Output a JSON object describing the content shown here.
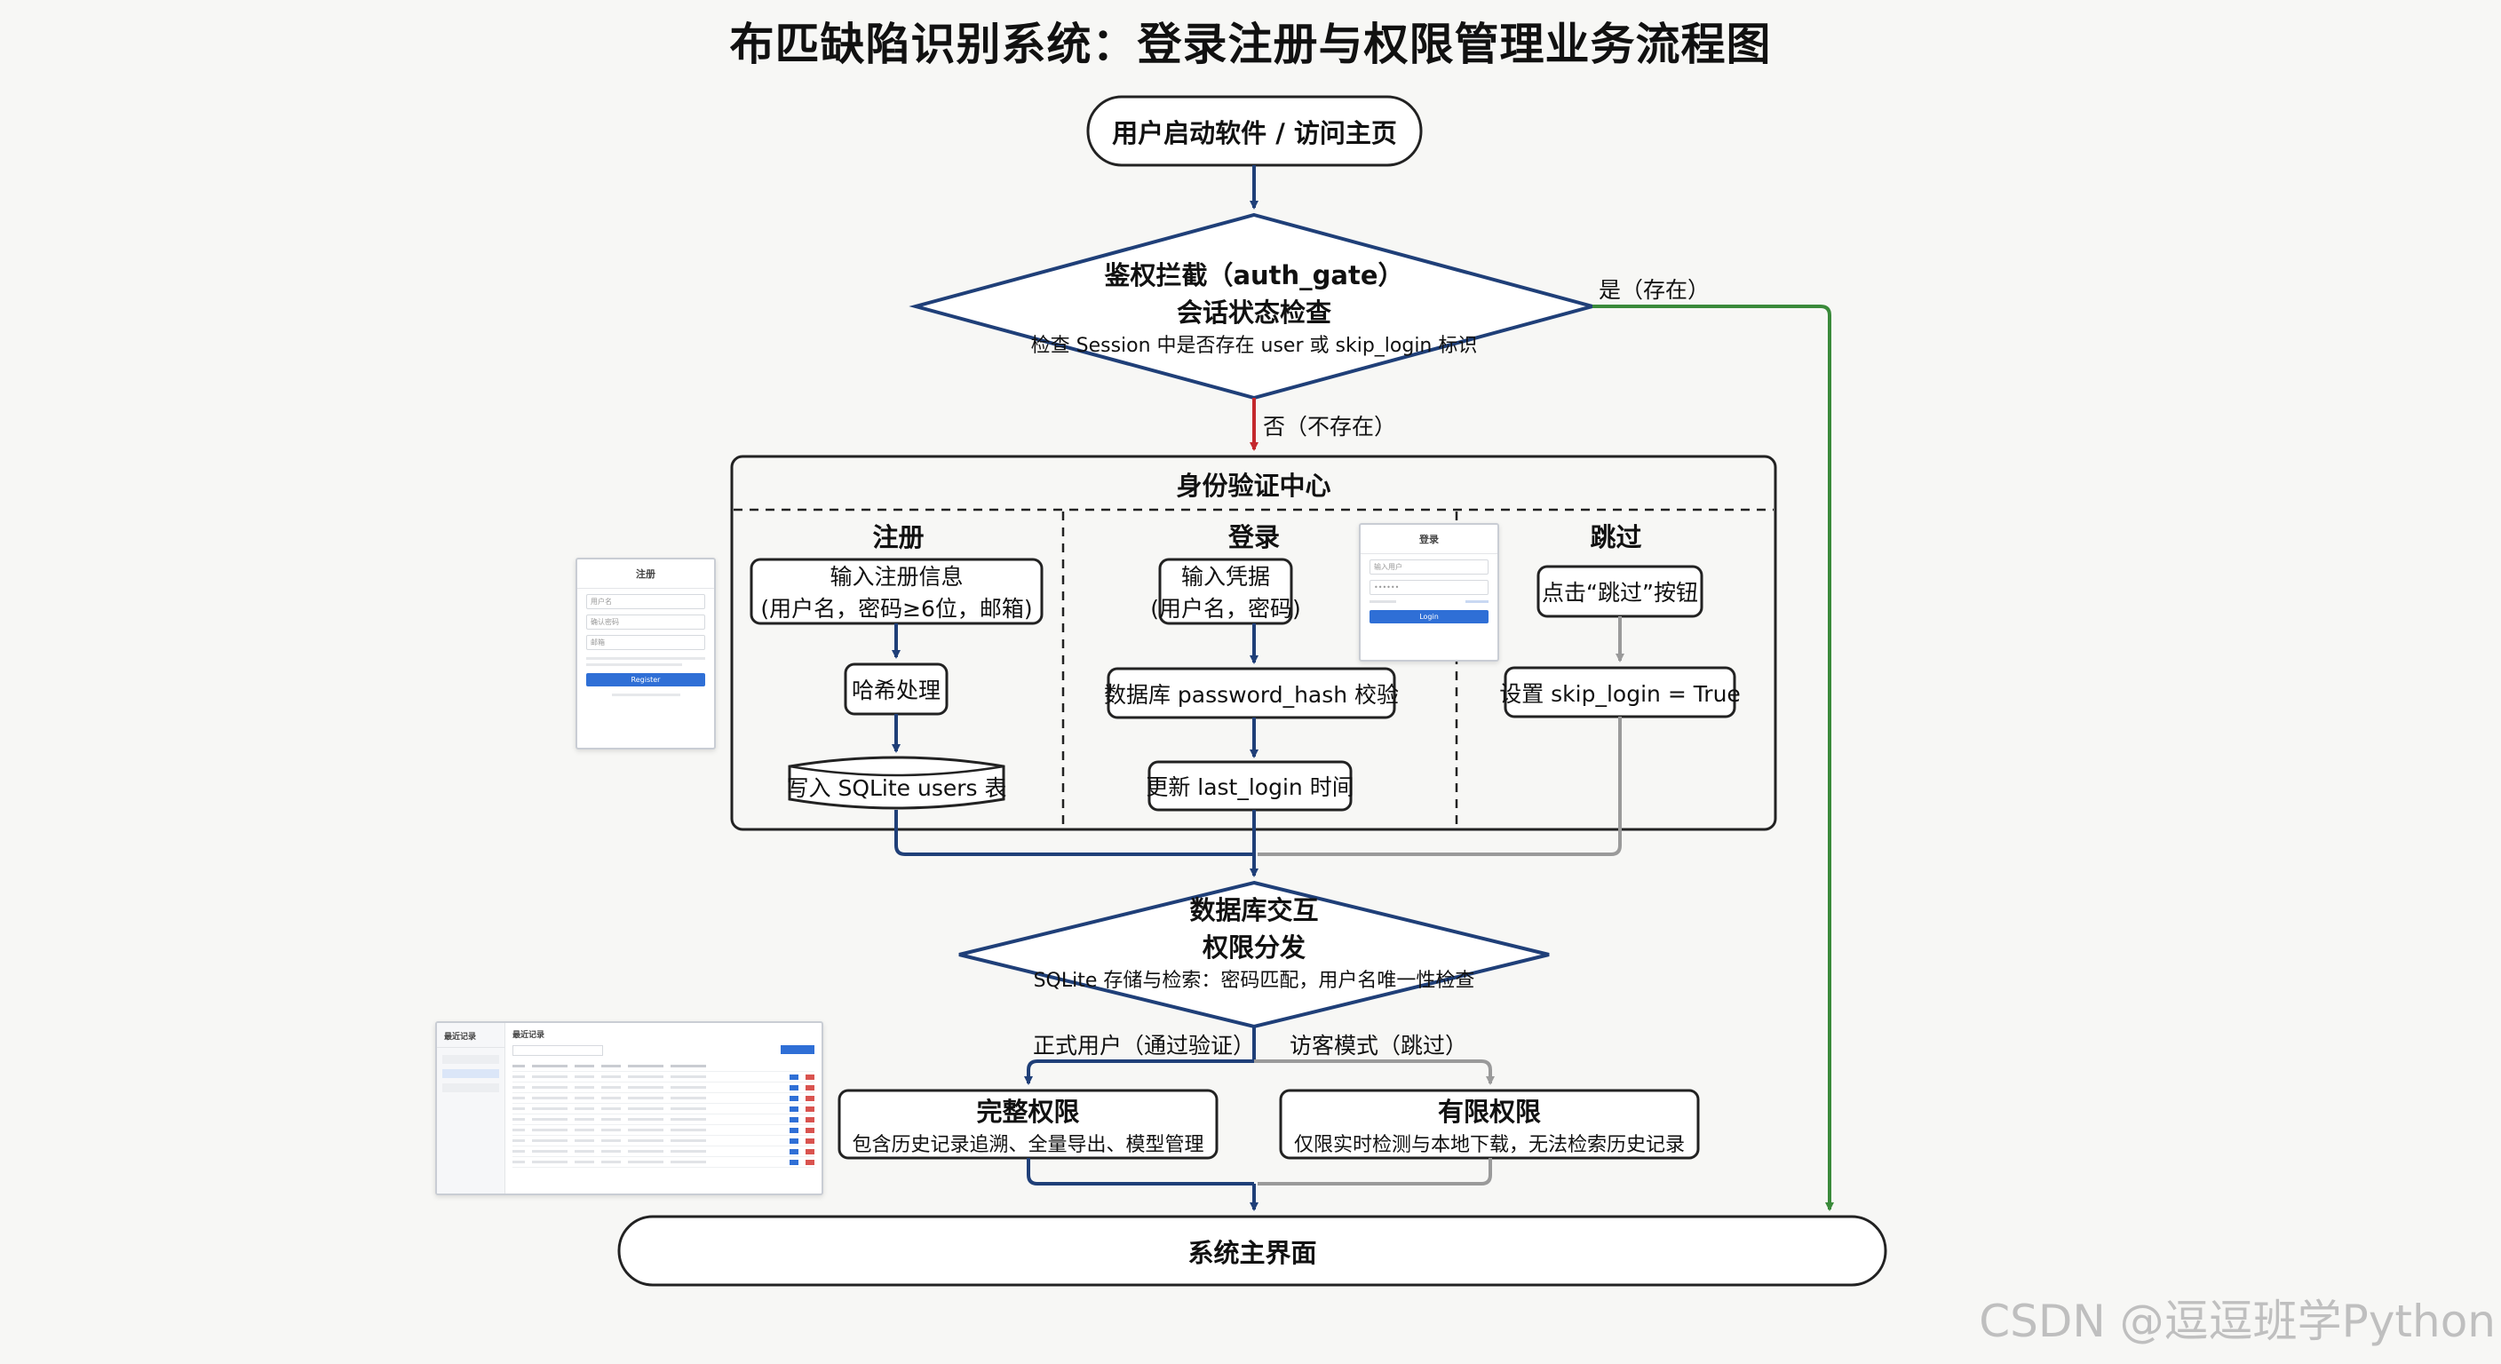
{
  "title": "布匹缺陷识别系统：登录注册与权限管理业务流程图",
  "nodes": {
    "start": "用户启动软件 / 访问主页",
    "auth_gate": {
      "line1": "鉴权拦截（auth_gate）",
      "line2": "会话状态检查",
      "line3": "检查 Session 中是否存在 user 或 skip_login 标识"
    },
    "yes_label": "是（存在）",
    "no_label": "否（不存在）",
    "identity_center": "身份验证中心",
    "register": {
      "heading": "注册",
      "step1_line1": "输入注册信息",
      "step1_line2": "(用户名，密码≥6位，邮箱)",
      "step2": "哈希处理",
      "step3": "写入 SQLite users 表"
    },
    "login": {
      "heading": "登录",
      "step1_line1": "输入凭据",
      "step1_line2": "(用户名，密码)",
      "step2": "数据库 password_hash 校验",
      "step3": "更新 last_login 时间"
    },
    "skip": {
      "heading": "跳过",
      "step1": "点击“跳过”按钮",
      "step2": "设置 skip_login = True"
    },
    "db": {
      "line1": "数据库交互",
      "line2": "权限分发",
      "line3": "SQLite 存储与检索：密码匹配，用户名唯一性检查"
    },
    "formal_label": "正式用户（通过验证）",
    "guest_label": "访客模式（跳过）",
    "full": {
      "line1": "完整权限",
      "line2": "包含历史记录追溯、全量导出、模型管理"
    },
    "limited": {
      "line1": "有限权限",
      "line2": "仅限实时检测与本地下载，无法检索历史记录"
    },
    "main": "系统主界面"
  },
  "thumbs": {
    "register": {
      "title": "注册",
      "field1": "用户名",
      "field2": "确认密码",
      "field3": "邮箱",
      "button": "Register"
    },
    "login": {
      "title": "登录",
      "field1": "输入用户",
      "button": "Login"
    },
    "history": {
      "sidebar_title": "最近记录",
      "panel_title": "最近记录"
    }
  },
  "colors": {
    "navy": "#1f3f78",
    "red": "#c4282d",
    "green": "#3a8a3a",
    "gray": "#9a9a9a",
    "box_border": "#222222"
  },
  "watermark": "CSDN @逗逗班学Python"
}
